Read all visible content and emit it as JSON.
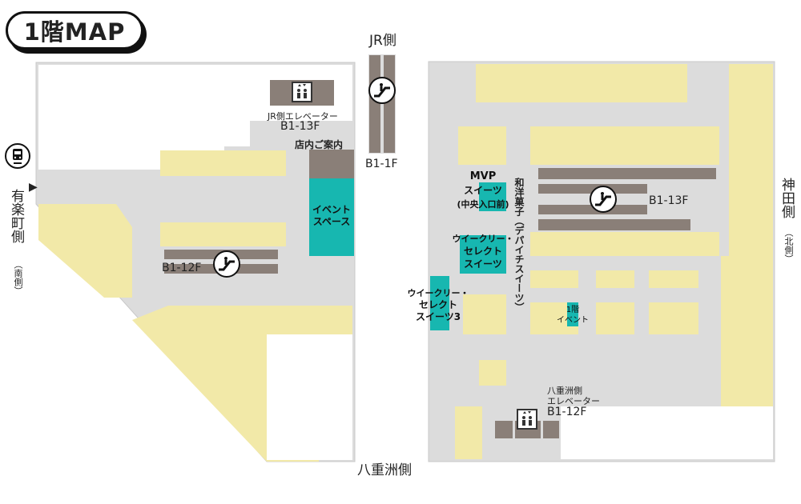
{
  "title": "1階MAP",
  "directions": {
    "jr": "JR側",
    "yurakucho": "有楽町側",
    "yurakucho_sub": "（南側）",
    "kanda": "神田側",
    "kanda_sub": "（北側）",
    "yaesu": "八重洲側"
  },
  "facilities": {
    "jr_elevator_label": "JR側エレベーター",
    "jr_elevator_floors": "B1-13F",
    "info": "店内ご案内",
    "escalator_jr_floors": "B1-1F",
    "escalator_left_floors": "B1-12F",
    "escalator_right_floors": "B1-13F",
    "yaesu_elevator_label1": "八重洲側",
    "yaesu_elevator_label2": "エレベーター",
    "yaesu_elevator_floors": "B1-12F"
  },
  "zones": {
    "event_space": "イベントスペース",
    "mvp_title": "MVP",
    "mvp_sub1": "スイーツ",
    "mvp_sub2": "(中央入口前)",
    "weekly1_line1": "ウイークリー・",
    "weekly1_line2": "セレクト",
    "weekly1_line3": "スイーツ",
    "weekly3_line1": "ウイークリー・",
    "weekly3_line2": "セレクト",
    "weekly3_line3": "スイーツ3",
    "wagashi": "和洋菓子（デパイチスイーツ）",
    "event1_line1": "1階",
    "event1_line2": "イベント"
  },
  "colors": {
    "corridor": "#dcdcdc",
    "shop": "#f2e9a8",
    "highlight": "#17b7b0",
    "stair": "#8a7f78",
    "outline": "#bdbdbd"
  }
}
